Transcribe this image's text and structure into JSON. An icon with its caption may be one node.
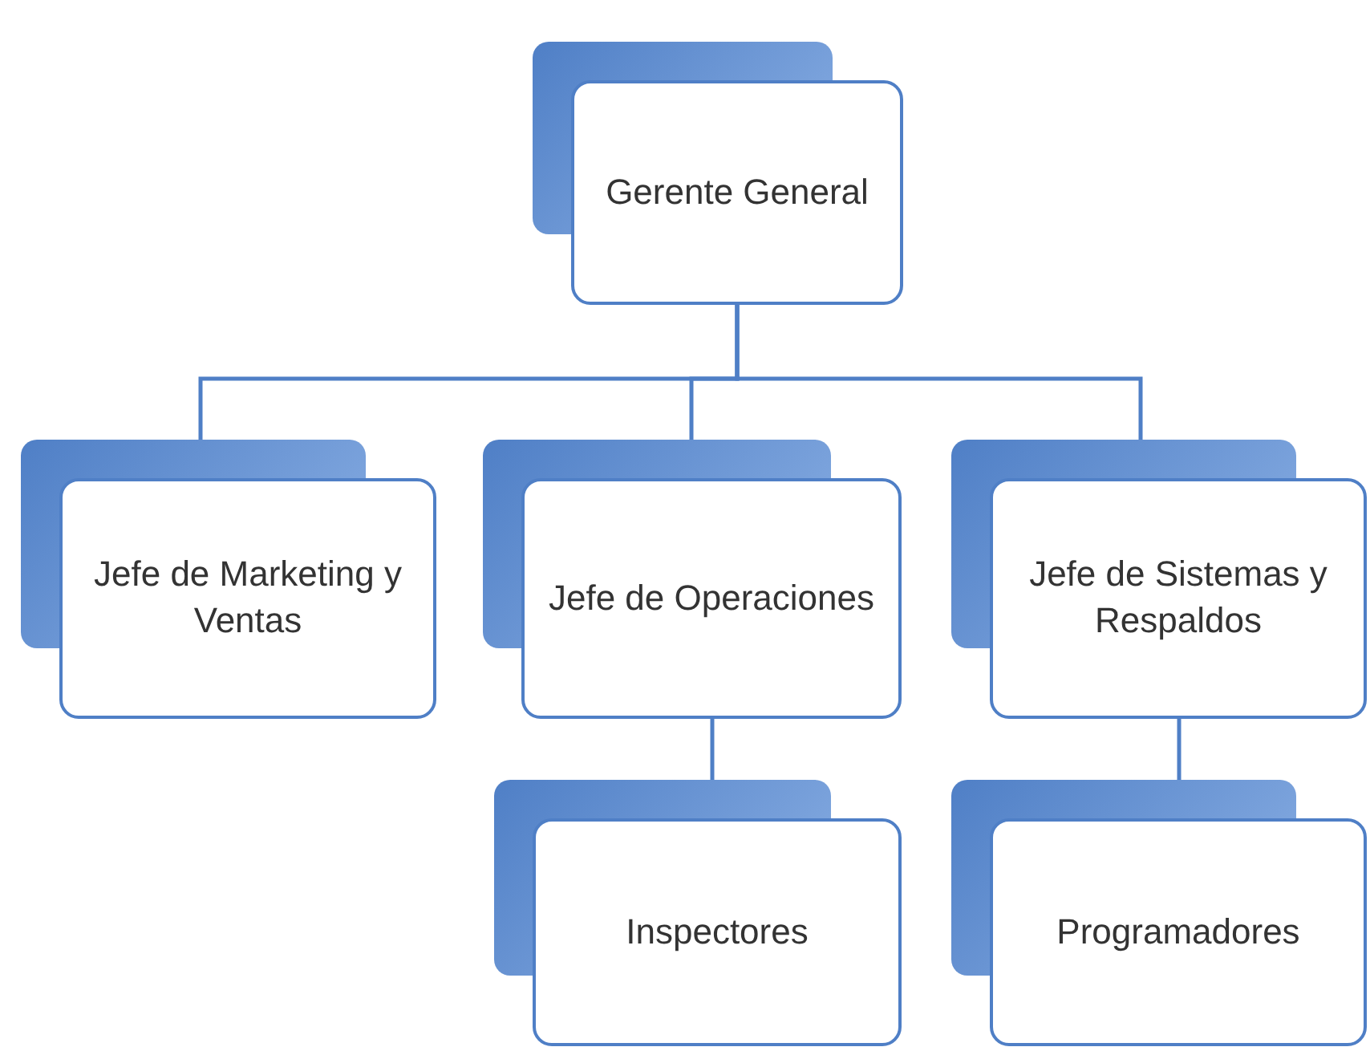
{
  "diagram": {
    "nodes": [
      {
        "text": [
          "Gerente General"
        ]
      },
      {
        "text": [
          "Jefe de Marketing y Ventas"
        ]
      },
      {
        "text": [
          "Jefe de Operaciones"
        ]
      },
      {
        "text": [
          "Jefe de Sistemas y Respaldos"
        ]
      },
      {
        "text": [
          "Inspectores"
        ]
      },
      {
        "text": [
          "Programadores"
        ]
      }
    ],
    "edges": [
      {
        "from": 0,
        "to": 1,
        "arrow": "none"
      },
      {
        "from": 0,
        "to": 2,
        "arrow": "none"
      },
      {
        "from": 0,
        "to": 3,
        "arrow": "none"
      },
      {
        "from": 2,
        "to": 4,
        "arrow": "none"
      },
      {
        "from": 3,
        "to": 5,
        "arrow": "none"
      }
    ]
  }
}
